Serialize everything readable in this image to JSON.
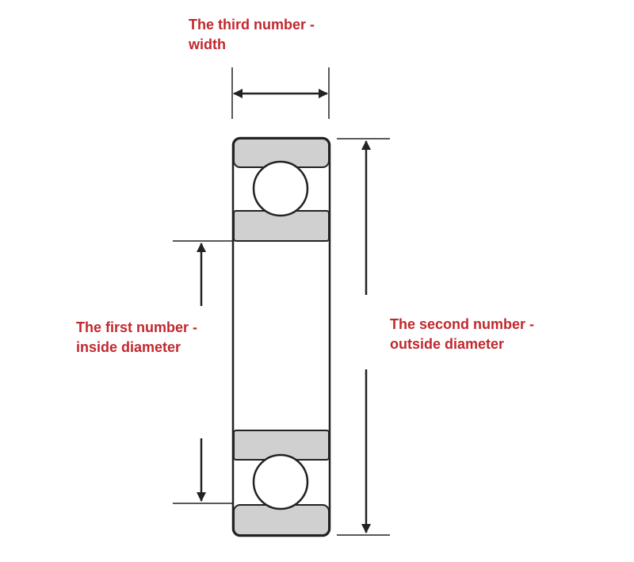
{
  "labels": {
    "width": {
      "line1": "The third number -",
      "line2": "width"
    },
    "inside_diameter": {
      "line1": "The first number -",
      "line2": "inside diameter"
    },
    "outside_diameter": {
      "line1": "The second number -",
      "line2": "outside diameter"
    }
  },
  "colors": {
    "label": "#c0282d",
    "outline": "#222222",
    "race_fill": "#d0d0d0",
    "background": "#ffffff"
  }
}
